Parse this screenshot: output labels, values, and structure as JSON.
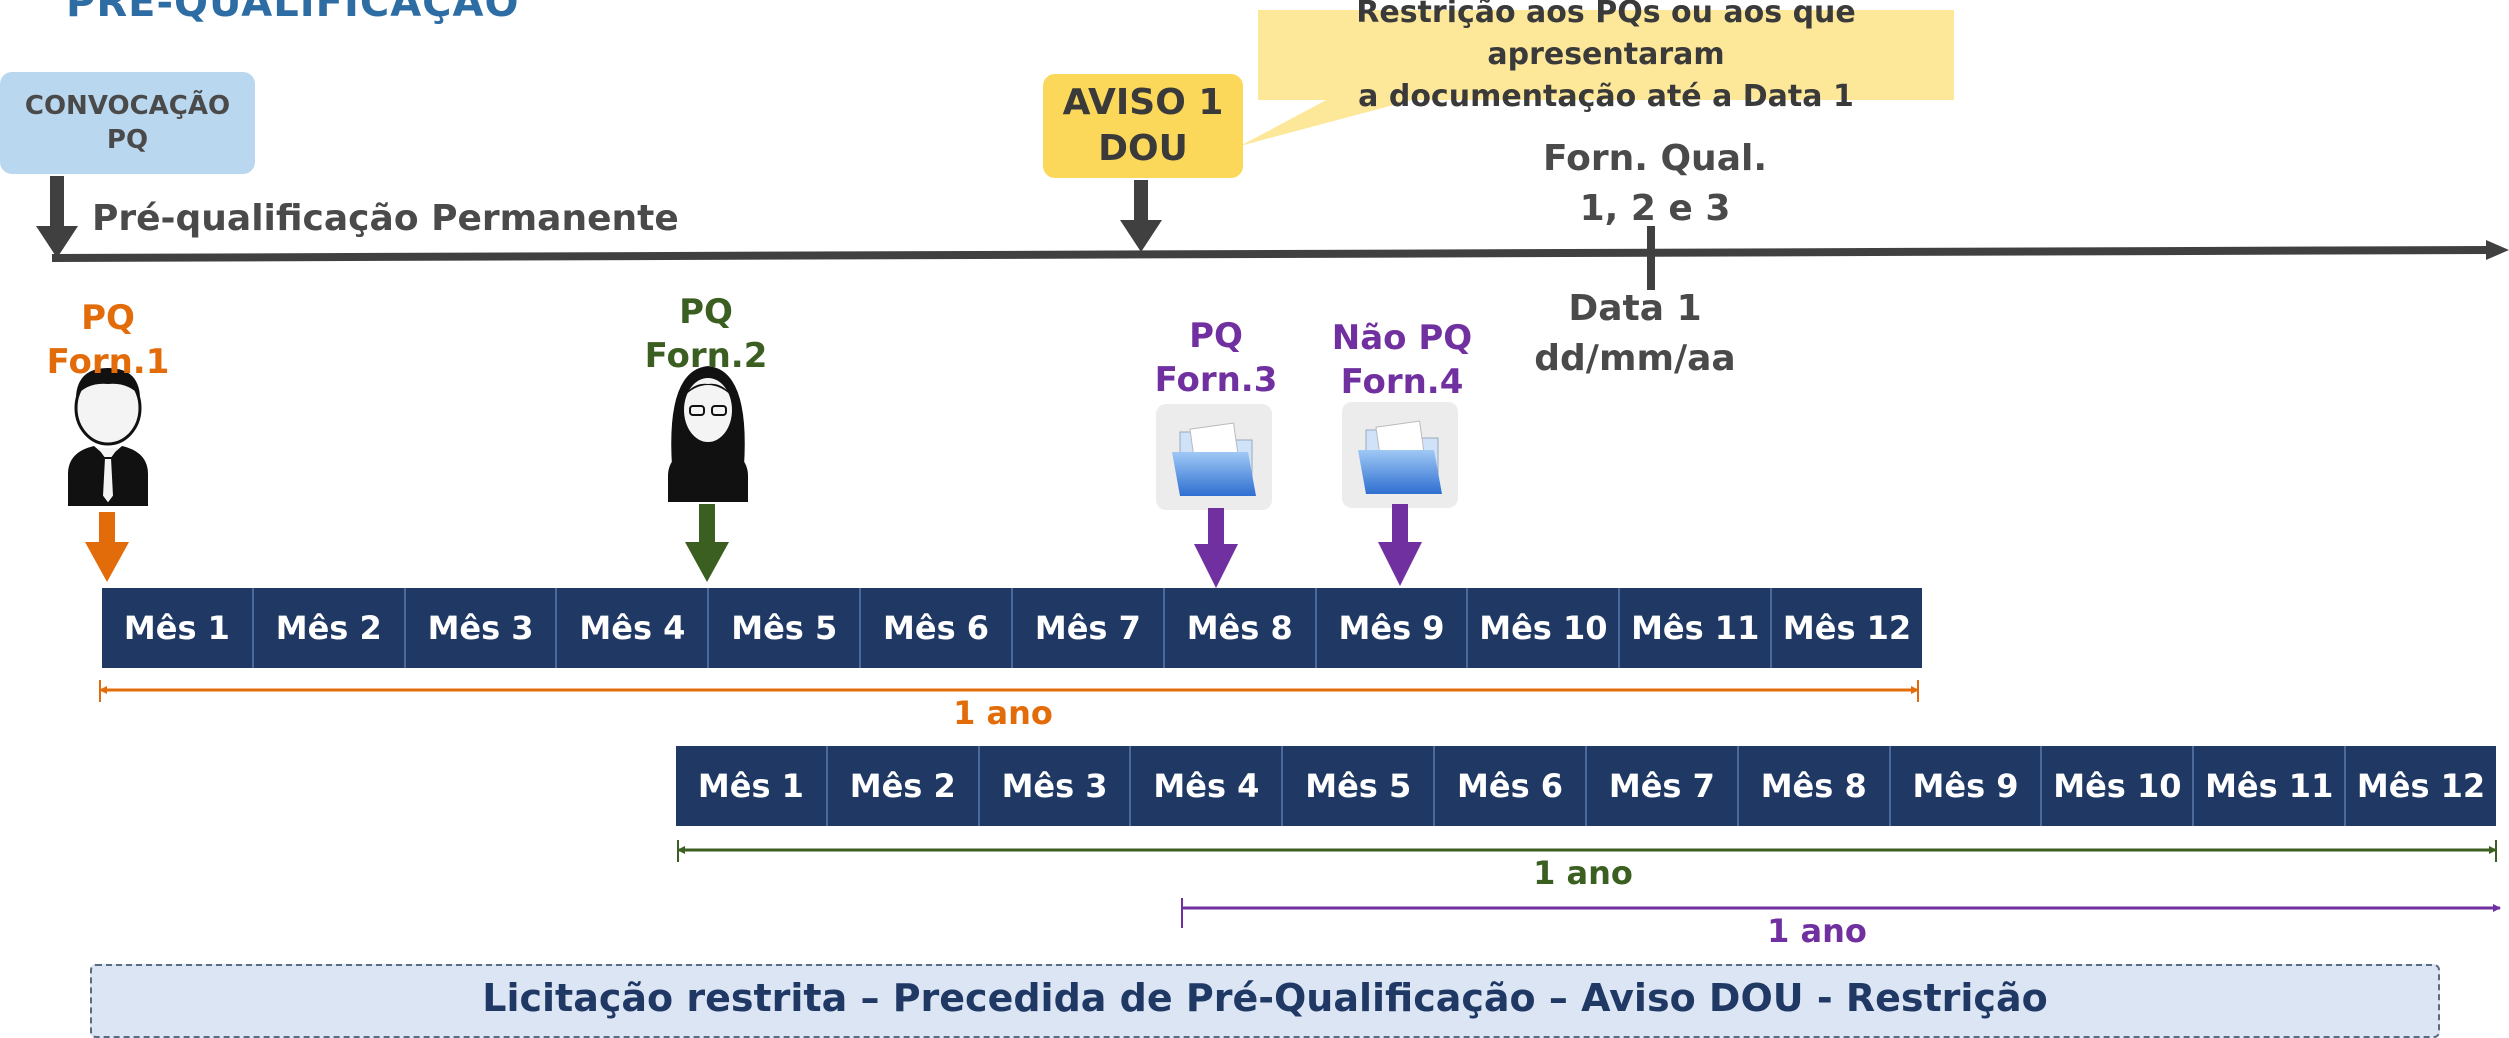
{
  "title": "PRÉ-QUALIFICAÇÃO",
  "callout": {
    "line1": "Restrição aos PQs ou aos que apresentaram",
    "line2": "a documentação até a Data 1"
  },
  "convocacao": {
    "line1": "CONVOCAÇÃO",
    "line2": "PQ"
  },
  "aviso": {
    "line1": "AVISO 1",
    "line2": "DOU"
  },
  "permanent_label": "Pré-qualificação Permanente",
  "forn_qual": {
    "line1": "Forn. Qual.",
    "line2": "1, 2 e 3"
  },
  "data1": {
    "line1": "Data 1",
    "line2": "dd/mm/aa"
  },
  "suppliers": [
    {
      "line1": "PQ",
      "line2": "Forn.1",
      "icon": "male-user-icon",
      "color": "#e36c0a"
    },
    {
      "line1": "PQ",
      "line2": "Forn.2",
      "icon": "female-user-icon",
      "color": "#3b5e21"
    },
    {
      "line1": "PQ",
      "line2": "Forn.3",
      "icon": "folder-icon",
      "color": "#7030a0"
    },
    {
      "line1": "Não PQ",
      "line2": "Forn.4",
      "icon": "folder-icon",
      "color": "#7030a0"
    }
  ],
  "months": [
    "Mês 1",
    "Mês 2",
    "Mês 3",
    "Mês 4",
    "Mês 5",
    "Mês 6",
    "Mês 7",
    "Mês 8",
    "Mês 9",
    "Mês 10",
    "Mês 11",
    "Mês 12"
  ],
  "year_label": "1 ano",
  "footer": "Licitação restrita – Precedida de Pré-Qualificação – Aviso DOU - Restrição",
  "colors": {
    "orange": "#e36c0a",
    "green": "#3b5e21",
    "purple": "#7030a0",
    "month_bar": "#1f3864",
    "timeline": "#404040"
  }
}
